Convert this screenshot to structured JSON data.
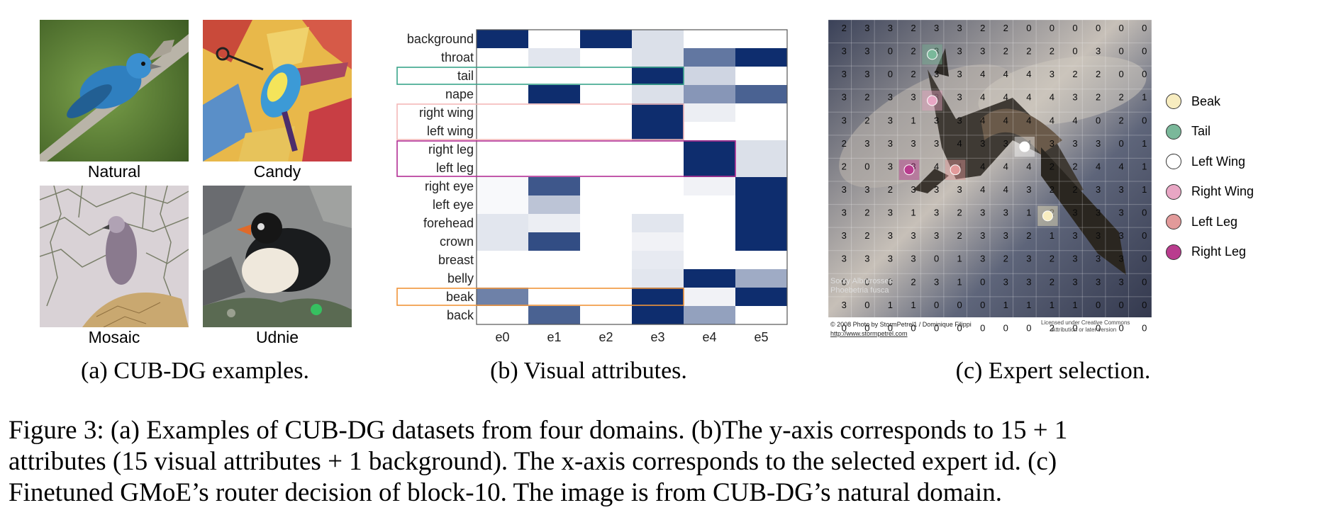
{
  "panel_a": {
    "images": [
      {
        "label": "Natural"
      },
      {
        "label": "Candy"
      },
      {
        "label": "Mosaic"
      },
      {
        "label": "Udnie"
      }
    ],
    "caption": "(a)  CUB-DG examples."
  },
  "panel_b": {
    "caption": "(b)  Visual attributes."
  },
  "panel_c": {
    "caption": "(c)  Expert selection.",
    "photo_credit_lines": [
      "Sooty Albatrosses",
      "Phoebetria fusca",
      "© 2008 Photo by StormPetrel1 / Dominique Filippi",
      "http://www.stormpetrel.com",
      "Licensed under Creative Commons",
      "Attribution or later version"
    ],
    "grid": [
      [
        2,
        3,
        3,
        2,
        3,
        3,
        2,
        2,
        0,
        0,
        0,
        0,
        0,
        0
      ],
      [
        3,
        3,
        0,
        2,
        3,
        3,
        3,
        2,
        2,
        2,
        0,
        3,
        0,
        0
      ],
      [
        3,
        3,
        0,
        2,
        3,
        3,
        4,
        4,
        4,
        3,
        2,
        2,
        0,
        0
      ],
      [
        3,
        2,
        3,
        3,
        3,
        3,
        4,
        4,
        4,
        4,
        3,
        2,
        2,
        1
      ],
      [
        3,
        2,
        3,
        1,
        3,
        3,
        4,
        4,
        4,
        4,
        4,
        0,
        2,
        0
      ],
      [
        2,
        3,
        3,
        3,
        3,
        4,
        3,
        3,
        4,
        3,
        3,
        3,
        0,
        1
      ],
      [
        2,
        0,
        3,
        3,
        4,
        4,
        4,
        4,
        4,
        2,
        2,
        4,
        4,
        1
      ],
      [
        3,
        3,
        2,
        3,
        3,
        3,
        4,
        4,
        3,
        2,
        2,
        3,
        3,
        1
      ],
      [
        3,
        2,
        3,
        1,
        3,
        2,
        3,
        3,
        1,
        2,
        3,
        3,
        3,
        0
      ],
      [
        3,
        2,
        3,
        3,
        3,
        2,
        3,
        3,
        2,
        1,
        3,
        3,
        3,
        0
      ],
      [
        3,
        3,
        3,
        3,
        0,
        1,
        3,
        2,
        3,
        2,
        3,
        3,
        3,
        0
      ],
      [
        0,
        0,
        0,
        2,
        3,
        1,
        0,
        3,
        3,
        2,
        3,
        3,
        3,
        0
      ],
      [
        3,
        0,
        1,
        1,
        0,
        0,
        0,
        1,
        1,
        1,
        1,
        0,
        0,
        0
      ],
      [
        0,
        0,
        0,
        0,
        0,
        0,
        0,
        0,
        0,
        2,
        0,
        0,
        0,
        0
      ]
    ],
    "legend": [
      {
        "label": "Beak",
        "color": "#f8edc0"
      },
      {
        "label": "Tail",
        "color": "#7ab89a"
      },
      {
        "label": "Left Wing",
        "color": "#ffffff"
      },
      {
        "label": "Right Wing",
        "color": "#e8a6c4"
      },
      {
        "label": "Left Leg",
        "color": "#e29a9a"
      },
      {
        "label": "Right Leg",
        "color": "#b93c8e"
      }
    ]
  },
  "figure_caption": {
    "lines": [
      "Figure 3: (a) Examples of CUB-DG datasets from four domains. (b)The y-axis corresponds to 15 + 1",
      "attributes (15 visual attributes + 1 background). The x-axis corresponds to the selected expert id. (c)",
      "Finetuned GMoE’s router decision of block-10. The image is from CUB-DG’s natural domain."
    ]
  },
  "chart_data": {
    "type": "heatmap",
    "title": "",
    "xlabel": "",
    "ylabel": "",
    "x": [
      "e0",
      "e1",
      "e2",
      "e3",
      "e4",
      "e5"
    ],
    "y": [
      "background",
      "throat",
      "tail",
      "nape",
      "right wing",
      "left wing",
      "right leg",
      "left leg",
      "right eye",
      "left eye",
      "forehead",
      "crown",
      "breast",
      "belly",
      "beak",
      "back"
    ],
    "values": [
      [
        1.0,
        0.0,
        1.0,
        0.15,
        0.0,
        0.0
      ],
      [
        0.0,
        0.12,
        0.0,
        0.15,
        0.65,
        1.0
      ],
      [
        0.0,
        0.0,
        0.0,
        1.0,
        0.2,
        0.0
      ],
      [
        0.0,
        1.0,
        0.0,
        0.15,
        0.5,
        0.75
      ],
      [
        0.0,
        0.0,
        0.0,
        1.0,
        0.08,
        0.0
      ],
      [
        0.0,
        0.0,
        0.0,
        1.0,
        0.0,
        0.0
      ],
      [
        0.0,
        0.0,
        0.0,
        0.0,
        1.0,
        0.15
      ],
      [
        0.0,
        0.0,
        0.0,
        0.0,
        1.0,
        0.15
      ],
      [
        0.03,
        0.8,
        0.0,
        0.0,
        0.06,
        1.0
      ],
      [
        0.03,
        0.28,
        0.0,
        0.0,
        0.0,
        1.0
      ],
      [
        0.12,
        0.08,
        0.0,
        0.12,
        0.0,
        1.0
      ],
      [
        0.12,
        0.85,
        0.0,
        0.06,
        0.0,
        1.0
      ],
      [
        0.0,
        0.0,
        0.0,
        0.1,
        0.0,
        0.0
      ],
      [
        0.0,
        0.0,
        0.0,
        0.12,
        1.0,
        0.4
      ],
      [
        0.6,
        0.0,
        0.0,
        1.0,
        0.06,
        1.0
      ],
      [
        0.0,
        0.75,
        0.0,
        1.0,
        0.45,
        0.0
      ]
    ],
    "colormap": "Blues",
    "highlights": [
      {
        "rows": [
          "tail"
        ],
        "cols": [
          "e0",
          "e3"
        ],
        "color": "#3aa58a"
      },
      {
        "rows": [
          "right wing",
          "left wing"
        ],
        "cols": [
          "e0",
          "e3"
        ],
        "color": "#f4b8b8"
      },
      {
        "rows": [
          "right leg",
          "left leg"
        ],
        "cols": [
          "e0",
          "e4"
        ],
        "color": "#b22f94"
      },
      {
        "rows": [
          "beak"
        ],
        "cols": [
          "e0",
          "e3"
        ],
        "color": "#f0943a"
      }
    ]
  }
}
